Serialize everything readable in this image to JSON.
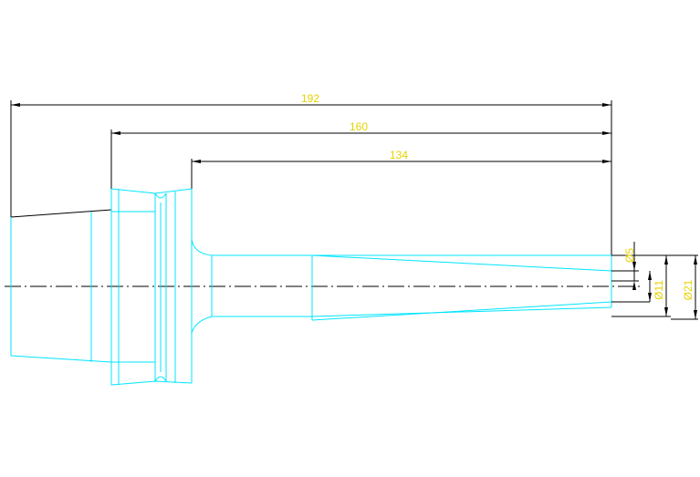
{
  "drawing": {
    "type": "tool holder technical drawing",
    "colors": {
      "part_outline": "#00e5ff",
      "dimension_lines": "#000000",
      "dimension_text": "#e6d200",
      "background": "#ffffff"
    },
    "dimensions": {
      "overall_length": "192",
      "flange_length": "160",
      "shank_length": "134",
      "dia_small": "Ø5",
      "dia_mid": "Ø11",
      "dia_large": "Ø21"
    }
  }
}
